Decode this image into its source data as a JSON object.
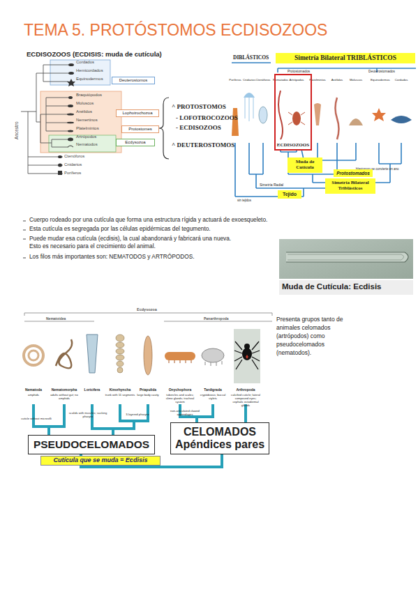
{
  "diagram": {
    "title": "TEMA 5. PROTÓSTOMOS ECDISOZOOS",
    "nodes": [
      {
        "text": [
          "Deuterostomos"
        ]
      },
      {
        "text": [
          "Lophotrochozoa"
        ]
      },
      {
        "text": [
          "Protostomes"
        ]
      },
      {
        "text": [
          "Ecdysozoa"
        ]
      },
      {
        "text": [
          "Simetría Bilateral TRIBLÁSTICOS"
        ]
      },
      {
        "text": [
          "ECDISOZOOS"
        ]
      },
      {
        "text": [
          "Muda de Cutícula"
        ]
      },
      {
        "text": [
          "Protostomados"
        ]
      },
      {
        "text": [
          "Simetría Bilateral Triblásticos"
        ]
      },
      {
        "text": [
          "Tejido"
        ]
      },
      {
        "text": [
          "PSEUDOCELOMADOS"
        ]
      },
      {
        "text": [
          "CELOMADOS",
          "Apéndices pares"
        ]
      },
      {
        "text": [
          "Cutícula que se muda = Ecdisis"
        ]
      }
    ],
    "edges": [
      {
        "from": 5,
        "to": 6,
        "arrow": "none"
      }
    ],
    "labels": [
      "ECDISOZOOS (ECDISIS: muda de cutícula)",
      "Cordados",
      "Hemicordados",
      "Equinodermos",
      "Braquiópodos",
      "Moluscos",
      "Anélidos",
      "Nemertinos",
      "Platelmintos",
      "Artrópodos",
      "Nematodos",
      "Ctenóforos",
      "Cnidarios",
      "Poríferos",
      "Ancestro",
      "^ PROTOSTOMOS",
      "- LOFOTROCOZOOS",
      "- ECDISOZOOS",
      "^ DEUTEROSTOMOS",
      "DIBLÁSTICOS",
      "Protostomados",
      "Deuterostomados",
      "Poríferos",
      "Cnidarios",
      "Ctenóforos",
      "Nematodos",
      "Artrópodos",
      "Platelmintos",
      "Anélidos",
      "Moluscos",
      "Equinodermos",
      "Cordados",
      "Simetría Radial",
      "blastoporo se convierte en ano",
      "sin tejidos",
      "Cuerpo rodeado por una cutícula que forma una estructura rígida y actuará de exoesqueleto.",
      "Esta cutícula es segregada por las células epidérmicas del tegumento.",
      "Puede mudar esa cutícula (ecdisis), la cual abandonará y fabricará una nueva. Esto es necesario para el crecimiento del animal.",
      "Los filos más importantes son: NEMATODOS y ARTRÓPODOS.",
      "Muda de Cutícula: Ecdisis",
      "Ecdysozoa",
      "Nematoidea",
      "Panarthropoda",
      "Nematoda",
      "Nematomorpha",
      "Loricifera",
      "Kinorhyncha",
      "Priapulida",
      "Onychophora",
      "Tardigrada",
      "Arthropoda",
      "amphids",
      "adults without gut; no amphids",
      "trunk with 11 segments",
      "large body cavity",
      "tubercles and scales; slime glands; tracheal system",
      "cryptobiosis; buccal stylets",
      "calcified cuticle; lateral compound eyes; cephalic ectodermal glands",
      "cuticle without microvilli",
      "scalids with muscles; sucking pharynx",
      "3-layered pharynx",
      "non-articulated clawed appendages",
      "Presenta grupos tanto de animales celomados (artrópodos) como pseudocelomados (nematodos)."
    ]
  }
}
